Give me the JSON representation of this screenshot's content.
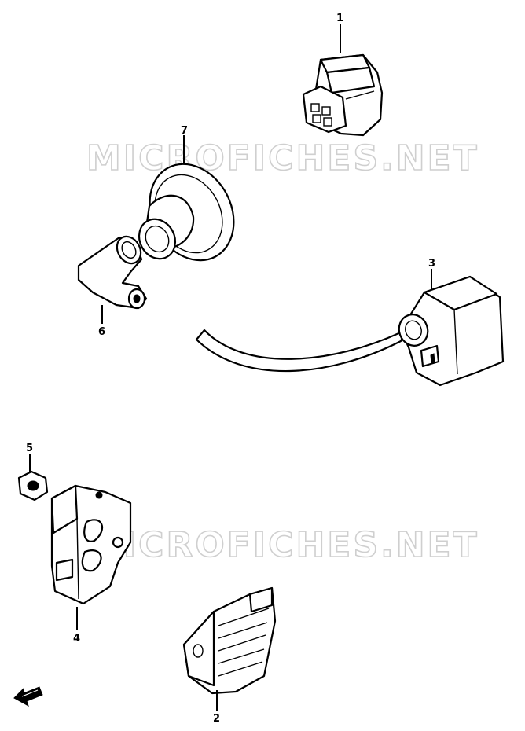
{
  "watermarks": [
    "MICROFICHES.NET",
    "MICROFICHES.NET"
  ],
  "callouts": {
    "p1": "1",
    "p2": "2",
    "p3": "3",
    "p4": "4",
    "p5": "5",
    "p6": "6",
    "p7": "7"
  },
  "icons": {
    "front_arrow": "front-arrow-icon"
  }
}
